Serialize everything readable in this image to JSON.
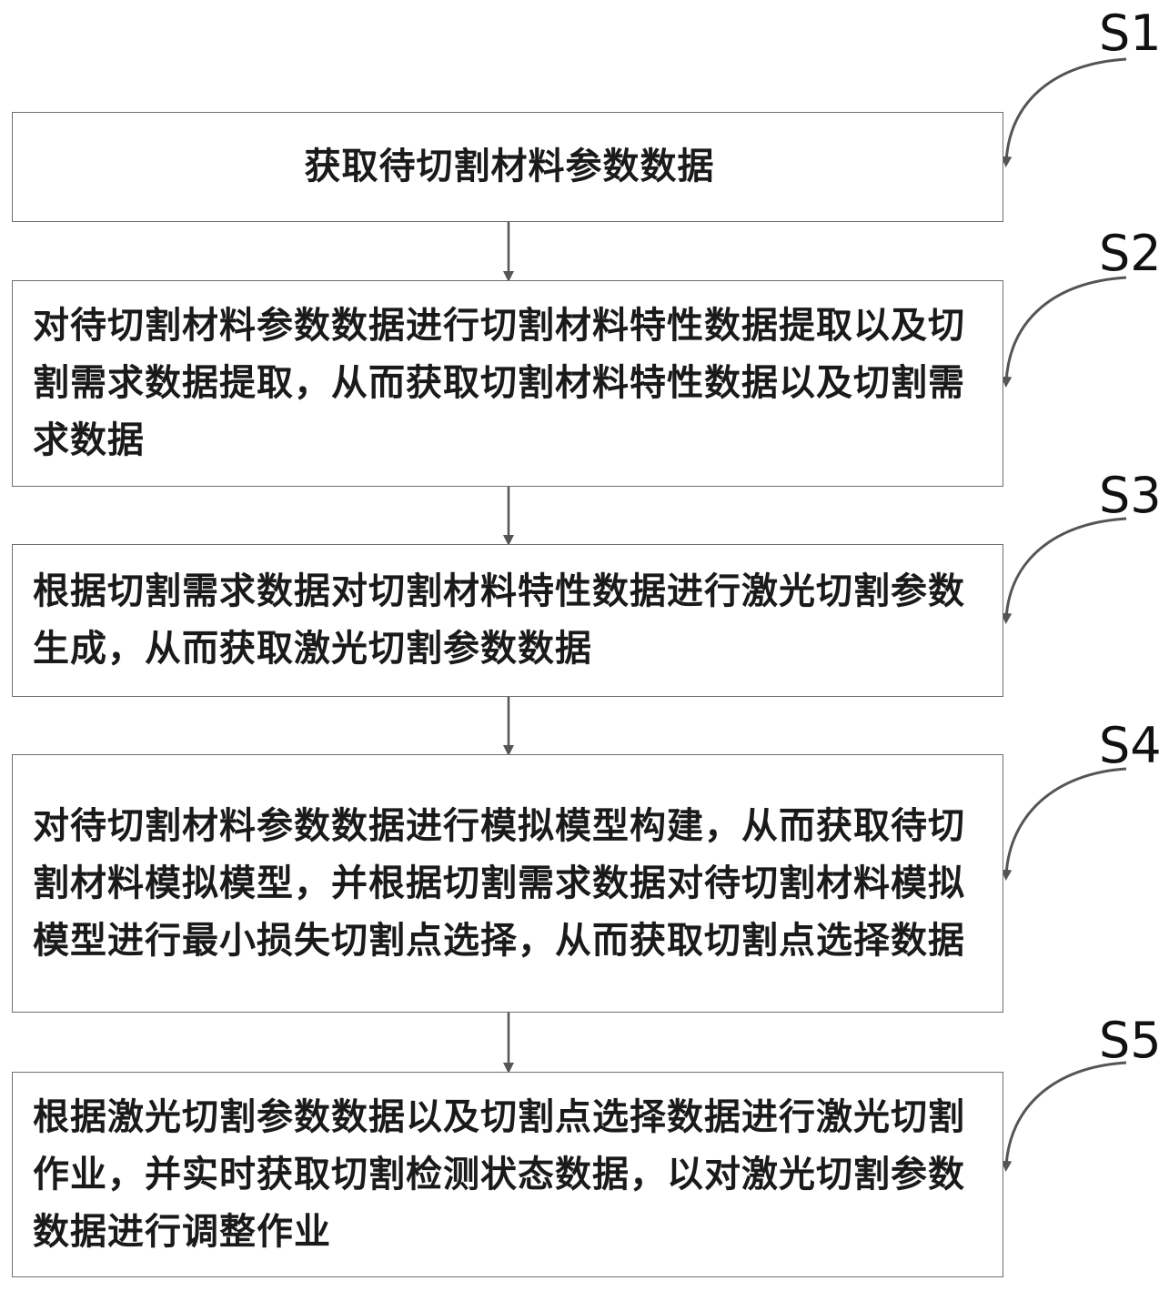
{
  "steps": [
    {
      "label": "S1",
      "text": "获取待切割材料参数数据"
    },
    {
      "label": "S2",
      "text": "对待切割材料参数数据进行切割材料特性数据提取以及切割需求数据提取，从而获取切割材料特性数据以及切割需求数据"
    },
    {
      "label": "S3",
      "text": "根据切割需求数据对切割材料特性数据进行激光切割参数生成，从而获取激光切割参数数据"
    },
    {
      "label": "S4",
      "text": "对待切割材料参数数据进行模拟模型构建，从而获取待切割材料模拟模型，并根据切割需求数据对待切割材料模拟模型进行最小损失切割点选择，从而获取切割点选择数据"
    },
    {
      "label": "S5",
      "text": "根据激光切割参数数据以及切割点选择数据进行激光切割作业，并实时获取切割检测状态数据，以对激光切割参数数据进行调整作业"
    }
  ],
  "colors": {
    "border": "#6e6e6e",
    "arrow": "#555555",
    "text": "#1a1a1a"
  }
}
